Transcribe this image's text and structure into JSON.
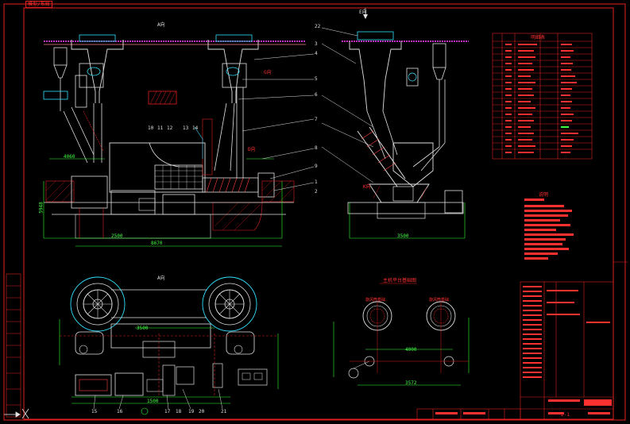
{
  "tab": {
    "label": "模型/布局"
  },
  "views": {
    "front_label": "A向",
    "side_label": "E向",
    "plan_label": "A向",
    "foundation_title": "主机平台基础图",
    "gk_label": "G向",
    "dk_label": "D向",
    "k_label": "K向",
    "circle_left_label": "旋风筒基础",
    "circle_right_label": "旋风筒基础"
  },
  "balloons": [
    "22",
    "3",
    "4",
    "5",
    "6",
    "7",
    "8",
    "9",
    "10",
    "11",
    "12",
    "13",
    "14",
    "15",
    "16",
    "17",
    "18",
    "19",
    "20",
    "21",
    "1",
    "2"
  ],
  "dimensions": {
    "front_total": "8670",
    "front_left": "4060",
    "front_mid": "2500",
    "front_h": "5948",
    "plan_w": "3500",
    "plan_w2": "1500",
    "side_w": "3500",
    "found_w": "4000",
    "found_w2": "3572"
  },
  "table_main": {
    "title": "明细表"
  },
  "table_notes": {
    "title": "说明"
  },
  "title_block": {
    "drawing_no": "Z-1"
  },
  "colors": {
    "line_white": "#e0e0e0",
    "line_cyan": "#30e0ff",
    "line_red": "#ff2020",
    "line_yellow": "#ffe030",
    "line_green": "#30ff30",
    "line_magenta": "#ff40ff"
  }
}
